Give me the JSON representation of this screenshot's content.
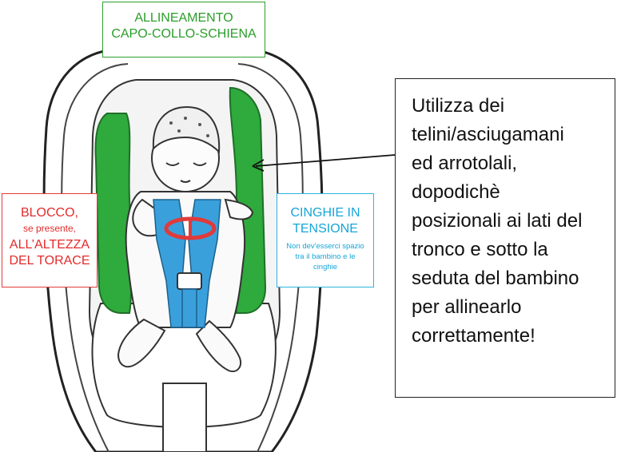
{
  "labels": {
    "alignment": {
      "line1": "ALLINEAMENTO",
      "line2": "CAPO-COLLO-SCHIENA",
      "color": "#2a9d2a"
    },
    "lock": {
      "line1": "BLOCCO,",
      "line2": "se presente,",
      "line3": "ALL’ALTEZZA",
      "line4": "DEL TORACE",
      "color": "#e42a2a"
    },
    "straps": {
      "line1": "CINGHIE IN",
      "line2": "TENSIONE",
      "note1": "Non dev'esserci spazio",
      "note2": "tra il bambino e le",
      "note3": "cinghie",
      "color": "#16a5d8"
    }
  },
  "instructions": {
    "lines": [
      "Utilizza dei",
      "telini/asciugamani",
      "ed arrotolali,",
      "dopodichè",
      "posizionali ai lati del",
      "tronco e sotto la",
      "seduta del bambino",
      "per allinearlo",
      "correttamente!"
    ]
  },
  "colors": {
    "towel": "#2faa3c",
    "harness": "#3aa0dc",
    "chest_clip": "#e03a3a",
    "outline": "#222222"
  },
  "icons": {
    "arrow": "arrow-left-icon",
    "seat": "car-seat-illustration"
  }
}
